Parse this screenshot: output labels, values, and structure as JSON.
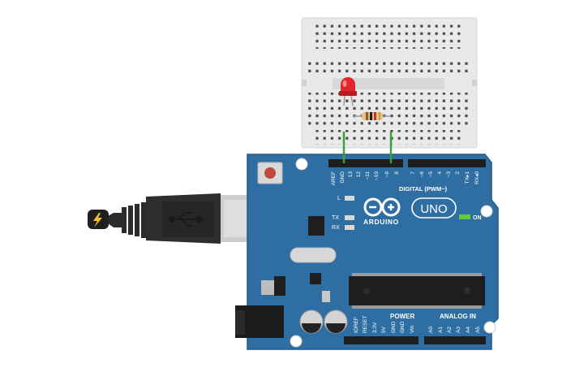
{
  "colors": {
    "board": "#2f6ea3",
    "board_edge": "#245a88",
    "breadboard": "#e9e9e9",
    "wire": "#37a13a",
    "led": "#e0262a",
    "usb_cable": "#2b2b2b",
    "on_led": "#66cc33"
  },
  "icons": {
    "usb_plug": "usb-symbol-icon",
    "power_bolt": "lightning-bolt-icon",
    "arduino_logo": "infinity-logo-icon"
  },
  "board": {
    "brand": "ARDUINO",
    "model": "UNO",
    "on_label": "ON",
    "led_l": "L",
    "led_tx": "TX",
    "led_rx": "RX",
    "digital_header": "DIGITAL (PWM~)",
    "digital_pins": [
      "AREF",
      "GND",
      "13",
      "12",
      "~11",
      "~10",
      "~9",
      "8",
      "7",
      "~6",
      "~5",
      "4",
      "~3",
      "2",
      "TX▸1",
      "RX◂0"
    ],
    "power_header": "POWER",
    "power_pins": [
      "IOREF",
      "RESET",
      "3.3V",
      "5V",
      "GND",
      "GND",
      "Vin"
    ],
    "analog_header": "ANALOG IN",
    "analog_pins": [
      "A0",
      "A1",
      "A2",
      "A3",
      "A4",
      "A5"
    ]
  },
  "circuit": {
    "components": [
      "LED",
      "Resistor"
    ],
    "wires": [
      "GND",
      "~9"
    ]
  }
}
